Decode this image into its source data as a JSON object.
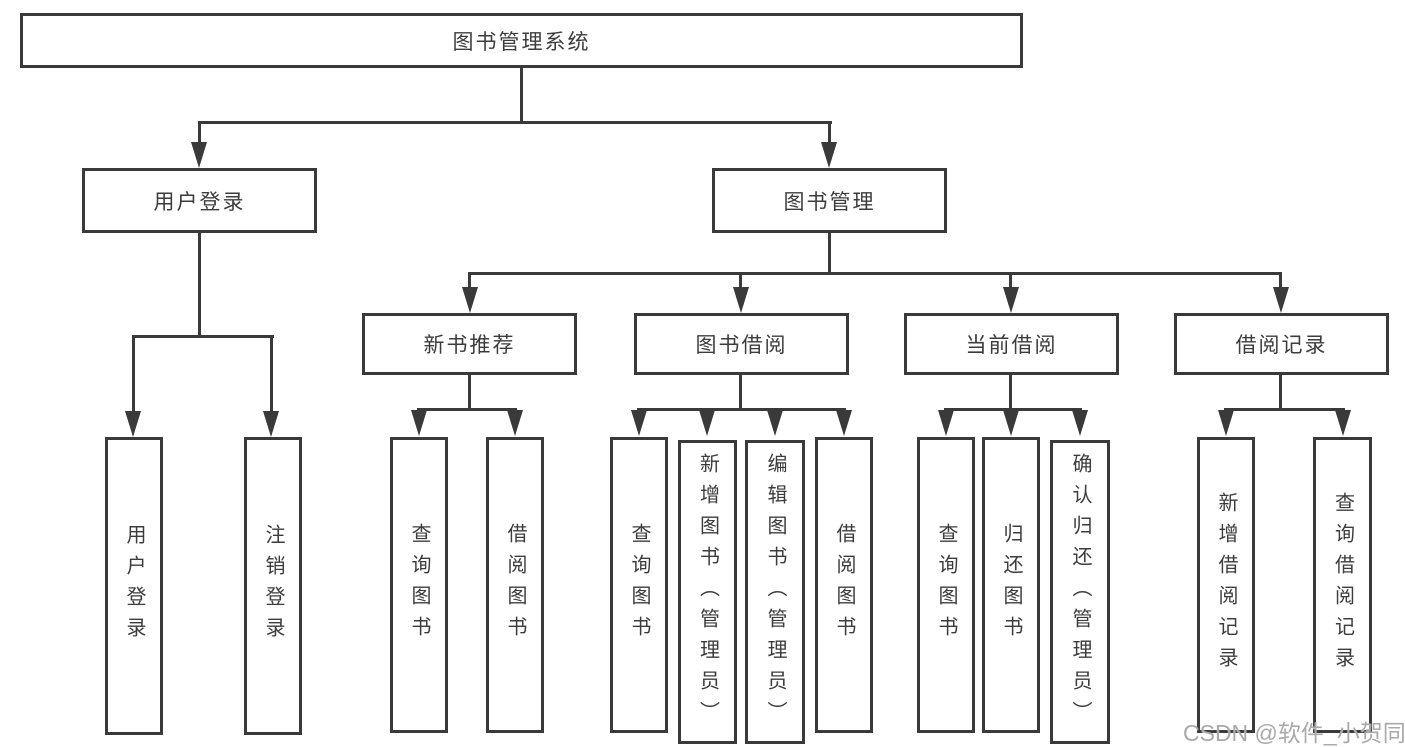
{
  "colors": {
    "line": "#3a3a3a",
    "text": "#3c3c3c",
    "background": "#ffffff",
    "watermark": "#a9a9a9"
  },
  "watermark": "CSDN @软件_小贺同学",
  "hierarchy": {
    "label": "图书管理系统",
    "children": [
      {
        "label": "用户登录",
        "children": [
          {
            "label": "用户登录"
          },
          {
            "label": "注销登录"
          }
        ]
      },
      {
        "label": "图书管理",
        "children": [
          {
            "label": "新书推荐",
            "children": [
              {
                "label": "查询图书"
              },
              {
                "label": "借阅图书"
              }
            ]
          },
          {
            "label": "图书借阅",
            "children": [
              {
                "label": "查询图书"
              },
              {
                "label": "新增图书（管理员）"
              },
              {
                "label": "编辑图书（管理员）"
              },
              {
                "label": "借阅图书"
              }
            ]
          },
          {
            "label": "当前借阅",
            "children": [
              {
                "label": "查询图书"
              },
              {
                "label": "归还图书"
              },
              {
                "label": "确认归还（管理员）"
              }
            ]
          },
          {
            "label": "借阅记录",
            "children": [
              {
                "label": "新增借阅记录"
              },
              {
                "label": "查询借阅记录"
              }
            ]
          }
        ]
      }
    ]
  }
}
